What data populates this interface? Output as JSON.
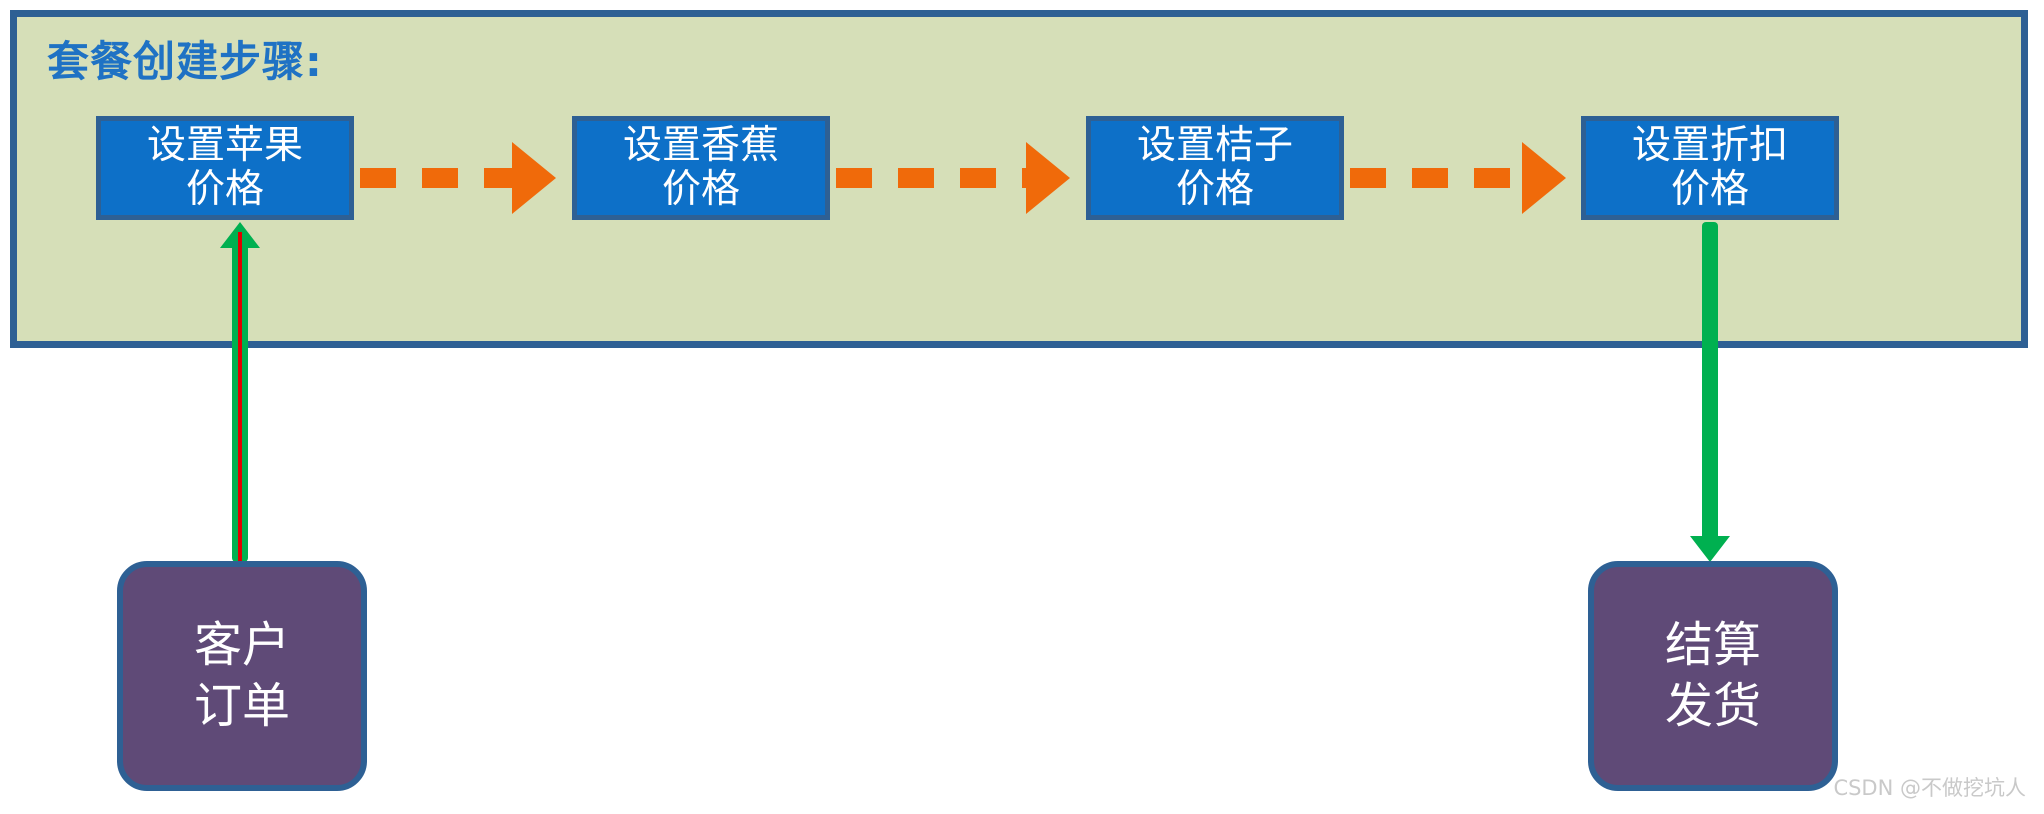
{
  "panel": {
    "title": "套餐创建步骤:",
    "background_color": "#D6DFB8",
    "border_color": "#2E6094",
    "title_color": "#1F72C4"
  },
  "steps": [
    {
      "line1": "设置苹果",
      "line2": "价格"
    },
    {
      "line1": "设置香蕉",
      "line2": "价格"
    },
    {
      "line1": "设置桔子",
      "line2": "价格"
    },
    {
      "line1": "设置折扣",
      "line2": "价格"
    }
  ],
  "step_style": {
    "fill_color": "#0D70C8",
    "border_color": "#2E6094",
    "text_color": "#FFFFFF"
  },
  "connectors": {
    "color": "#F06A0A",
    "style": "dashed-arrow",
    "count": 3
  },
  "green_arrows": [
    {
      "name": "customer-order-to-apple-price",
      "direction": "up",
      "color": "#00B050",
      "highlight_color": "#E00000"
    },
    {
      "name": "discount-price-to-settlement",
      "direction": "down",
      "color": "#00B050"
    }
  ],
  "endpoints": [
    {
      "line1": "客户",
      "line2": "订单"
    },
    {
      "line1": "结算",
      "line2": "发货"
    }
  ],
  "endpoint_style": {
    "fill_color": "#5F4A77",
    "border_color": "#2E6094",
    "text_color": "#FFFFFF"
  },
  "watermark": {
    "text": "CSDN @不做挖坑人",
    "color": "#C9C9C9"
  }
}
